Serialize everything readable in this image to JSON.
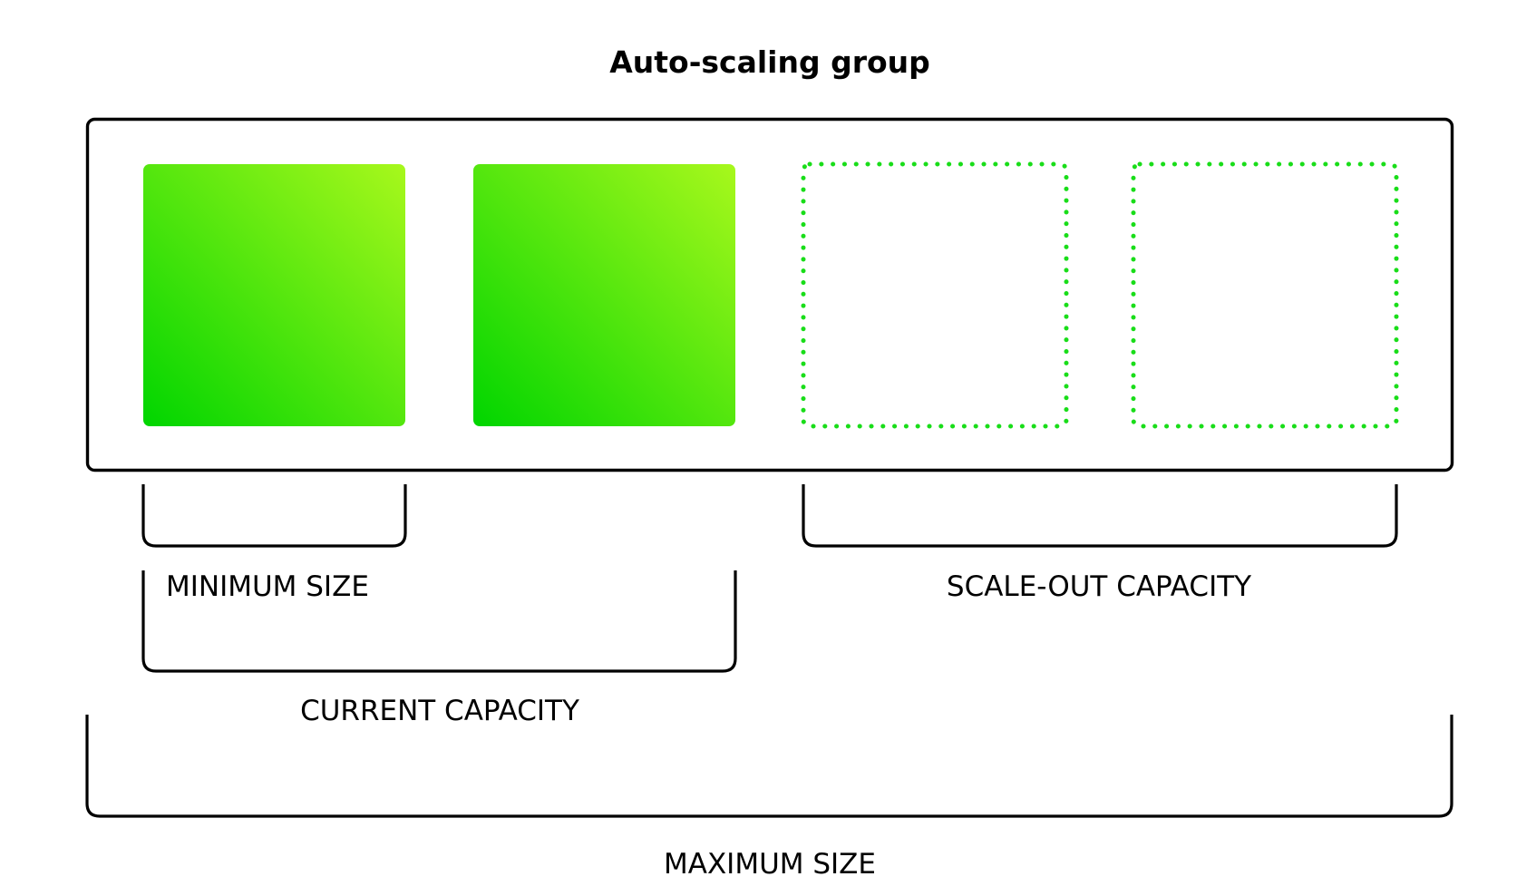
{
  "title": "Auto-scaling group",
  "colors": {
    "instance_gradient_start": "#00d500",
    "instance_gradient_end": "#a8f81c",
    "placeholder_dots": "#19dd19",
    "outline": "#000000",
    "background": "#ffffff"
  },
  "instances": [
    {
      "state": "running"
    },
    {
      "state": "running"
    },
    {
      "state": "available"
    },
    {
      "state": "available"
    }
  ],
  "labels": {
    "minimum_size": "MINIMUM SIZE",
    "scale_out_capacity": "SCALE-OUT CAPACITY",
    "current_capacity": "CURRENT CAPACITY",
    "maximum_size": "MAXIMUM SIZE"
  }
}
